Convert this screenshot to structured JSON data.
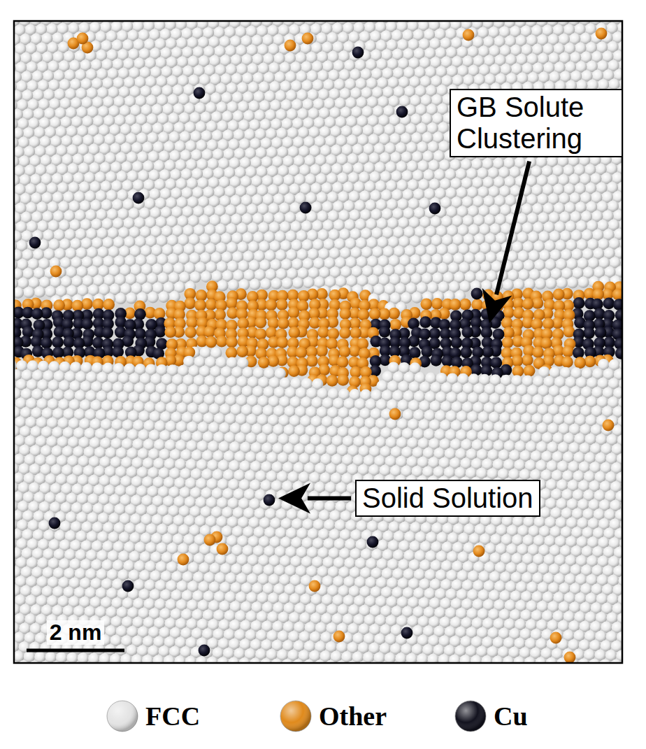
{
  "diagram": {
    "nodes": [
      {
        "text": [
          "GB Solute Clustering"
        ]
      },
      {
        "text": [
          "Solid Solution"
        ]
      }
    ],
    "labels": [
      "2 nm"
    ],
    "legend": [
      {
        "text": "FCC",
        "color": "#e4e4e4"
      },
      {
        "text": "Other",
        "color": "#e08a1c"
      },
      {
        "text": "Cu",
        "color": "#12121e"
      }
    ]
  }
}
